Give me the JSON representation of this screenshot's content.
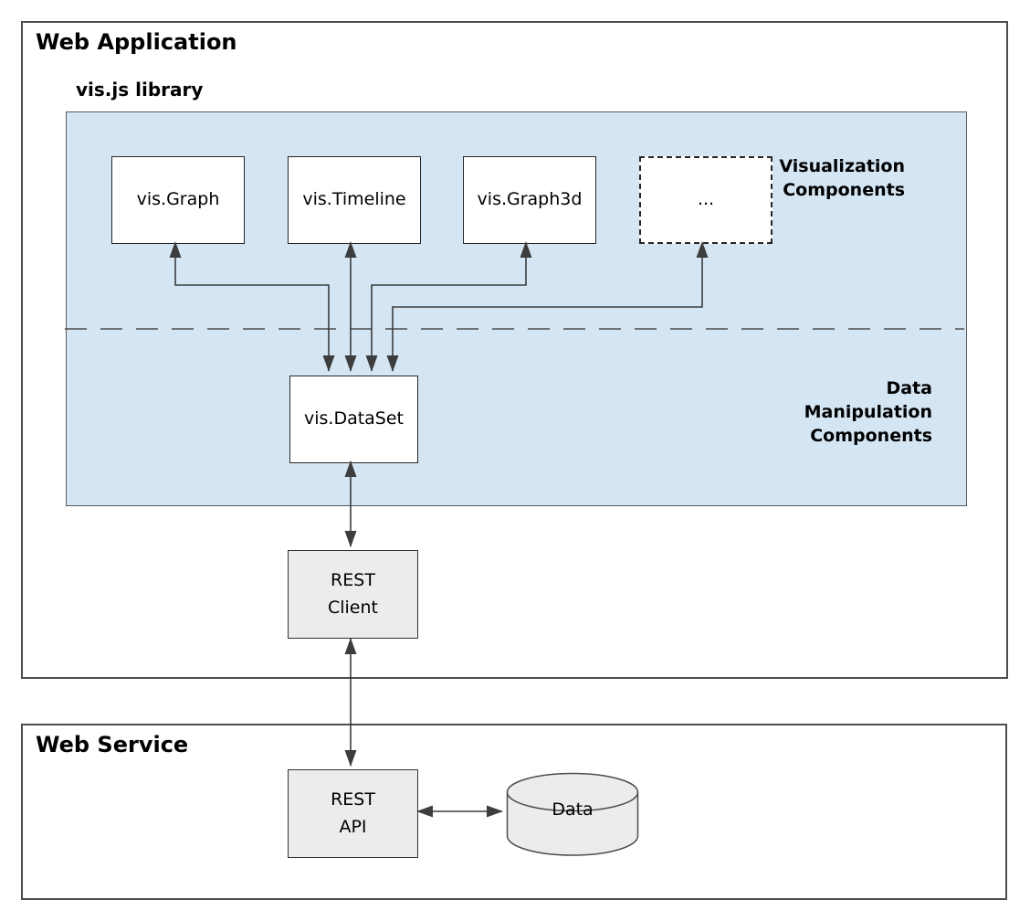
{
  "titles": {
    "web_application": "Web Application",
    "vis_library": "vis.js library",
    "web_service": "Web Service"
  },
  "section_labels": {
    "visualization": "Visualization\nComponents",
    "data_manipulation": "Data\nManipulation\nComponents"
  },
  "nodes": {
    "graph": "vis.Graph",
    "timeline": "vis.Timeline",
    "graph3d": "vis.Graph3d",
    "more": "...",
    "dataset": "vis.DataSet",
    "rest_client": "REST\nClient",
    "rest_api": "REST\nAPI",
    "data_store": "Data"
  },
  "edges": [
    {
      "from": "vis.DataSet",
      "to": "vis.Graph",
      "bidirectional": false
    },
    {
      "from": "vis.DataSet",
      "to": "vis.Timeline",
      "bidirectional": true
    },
    {
      "from": "vis.DataSet",
      "to": "vis.Graph3d",
      "bidirectional": false
    },
    {
      "from": "vis.DataSet",
      "to": "...",
      "bidirectional": false
    },
    {
      "from": "REST Client",
      "to": "vis.DataSet",
      "bidirectional": true
    },
    {
      "from": "REST API",
      "to": "REST Client",
      "bidirectional": true
    },
    {
      "from": "REST API",
      "to": "Data",
      "bidirectional": true
    }
  ],
  "colors": {
    "library_fill": "#d4e6f4",
    "component_fill": "#ffffff",
    "service_node_fill": "#ececec",
    "container_border": "#4d4d4d",
    "node_border": "#262626",
    "arrow": "#3d3d3d",
    "background": "#ffffff"
  }
}
